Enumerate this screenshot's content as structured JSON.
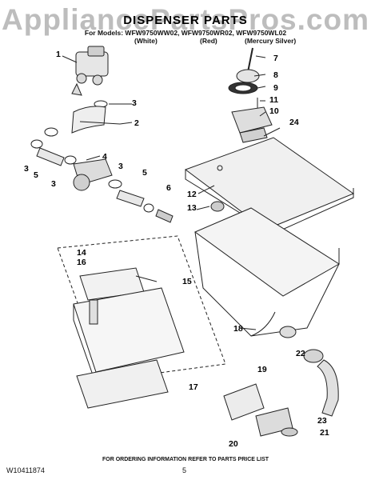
{
  "watermark": "AppliancePartsPros.com",
  "header": {
    "title": "DISPENSER PARTS",
    "models": "For Models: WFW9750WW02, WFW9750WR02, WFW9750WL02",
    "colors": [
      "(White)",
      "(Red)",
      "(Mercury Silver)"
    ]
  },
  "callouts": [
    "1",
    "2",
    "3",
    "3",
    "3",
    "3",
    "4",
    "5",
    "5",
    "6",
    "7",
    "8",
    "9",
    "10",
    "11",
    "12",
    "13",
    "14",
    "15",
    "16",
    "17",
    "18",
    "19",
    "20",
    "21",
    "22",
    "23",
    "24"
  ],
  "footer": {
    "note": "FOR ORDERING INFORMATION REFER TO PARTS PRICE LIST",
    "code": "W10411874",
    "page": "5"
  }
}
